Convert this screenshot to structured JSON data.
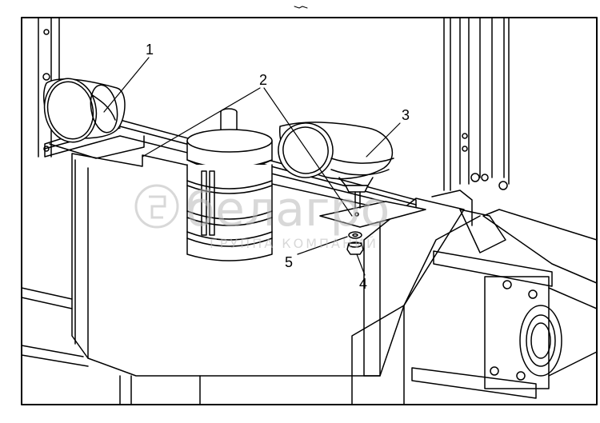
{
  "diagram": {
    "callouts": [
      {
        "id": "1",
        "label": "1"
      },
      {
        "id": "2",
        "label": "2"
      },
      {
        "id": "3",
        "label": "3"
      },
      {
        "id": "4",
        "label": "4"
      },
      {
        "id": "5",
        "label": "5"
      }
    ],
    "watermark": {
      "brand": "белагро",
      "tagline": "ГРУППА КОМПАНИЙ"
    },
    "colors": {
      "line": "#000000",
      "background": "#ffffff",
      "watermark": "#b9b9b9"
    }
  }
}
